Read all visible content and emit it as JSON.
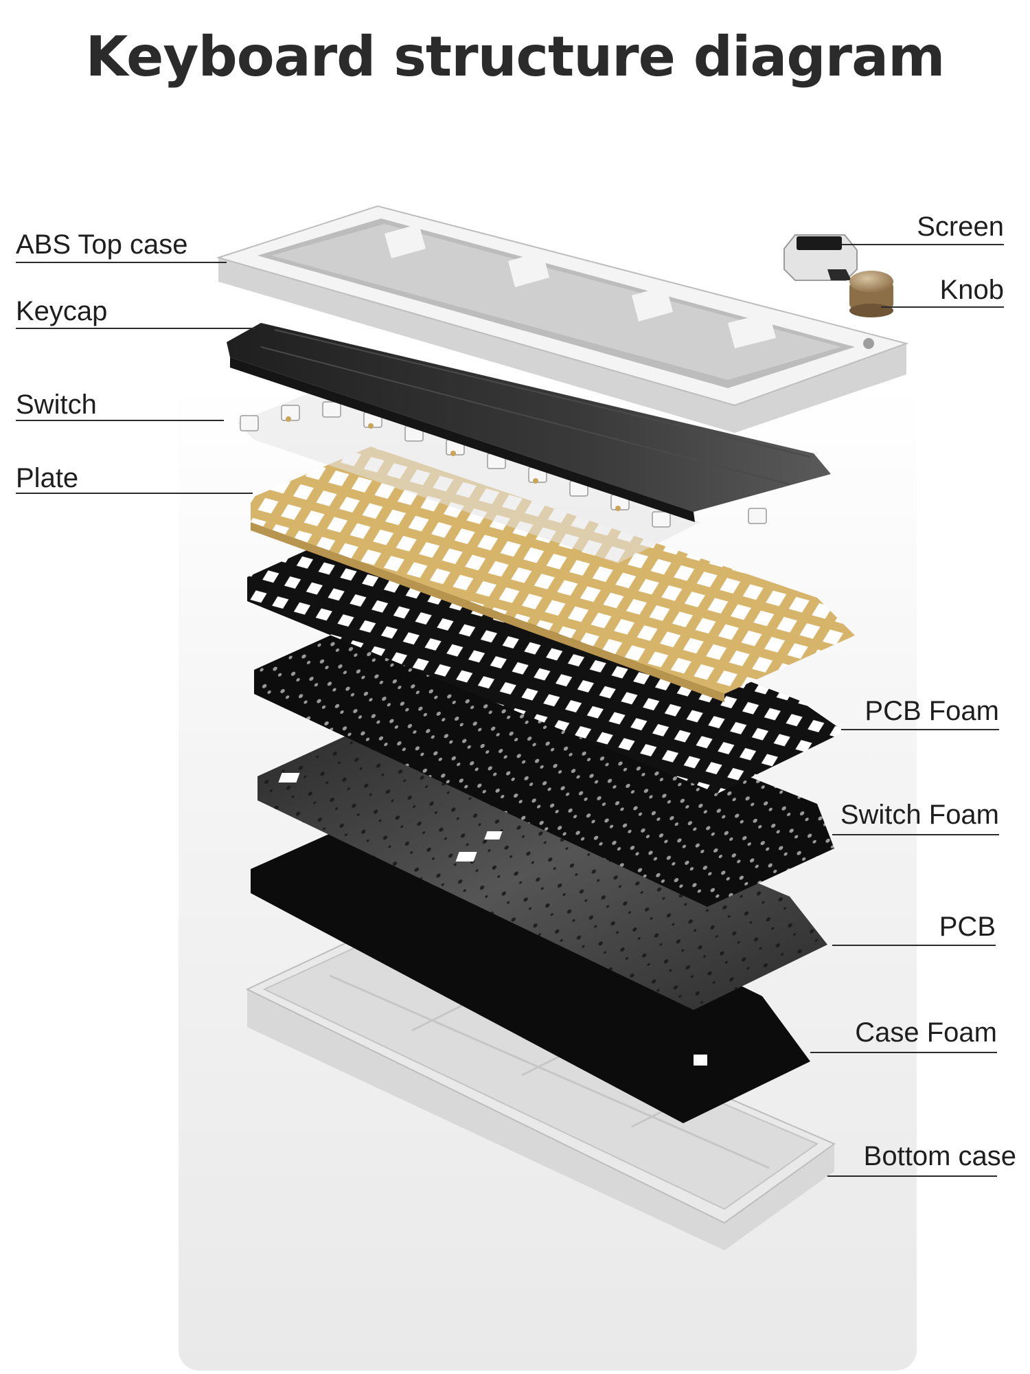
{
  "title": "Keyboard structure diagram",
  "labels": {
    "abs_top_case": "ABS Top case",
    "keycap": "Keycap",
    "switch": "Switch",
    "plate": "Plate",
    "screen": "Screen",
    "knob": "Knob",
    "pcb_foam": "PCB Foam",
    "switch_foam": "Switch Foam",
    "pcb": "PCB",
    "case_foam": "Case Foam",
    "bottom_case": "Bottom case"
  },
  "colors": {
    "top_case": "#f2f2f2",
    "keycap": "#2e2e2e",
    "plate": "#d6b46a",
    "foam": "#111111",
    "pcb": "#3a3a3a",
    "bottom_case": "#e6e6e6",
    "knob": "#a88a62"
  }
}
